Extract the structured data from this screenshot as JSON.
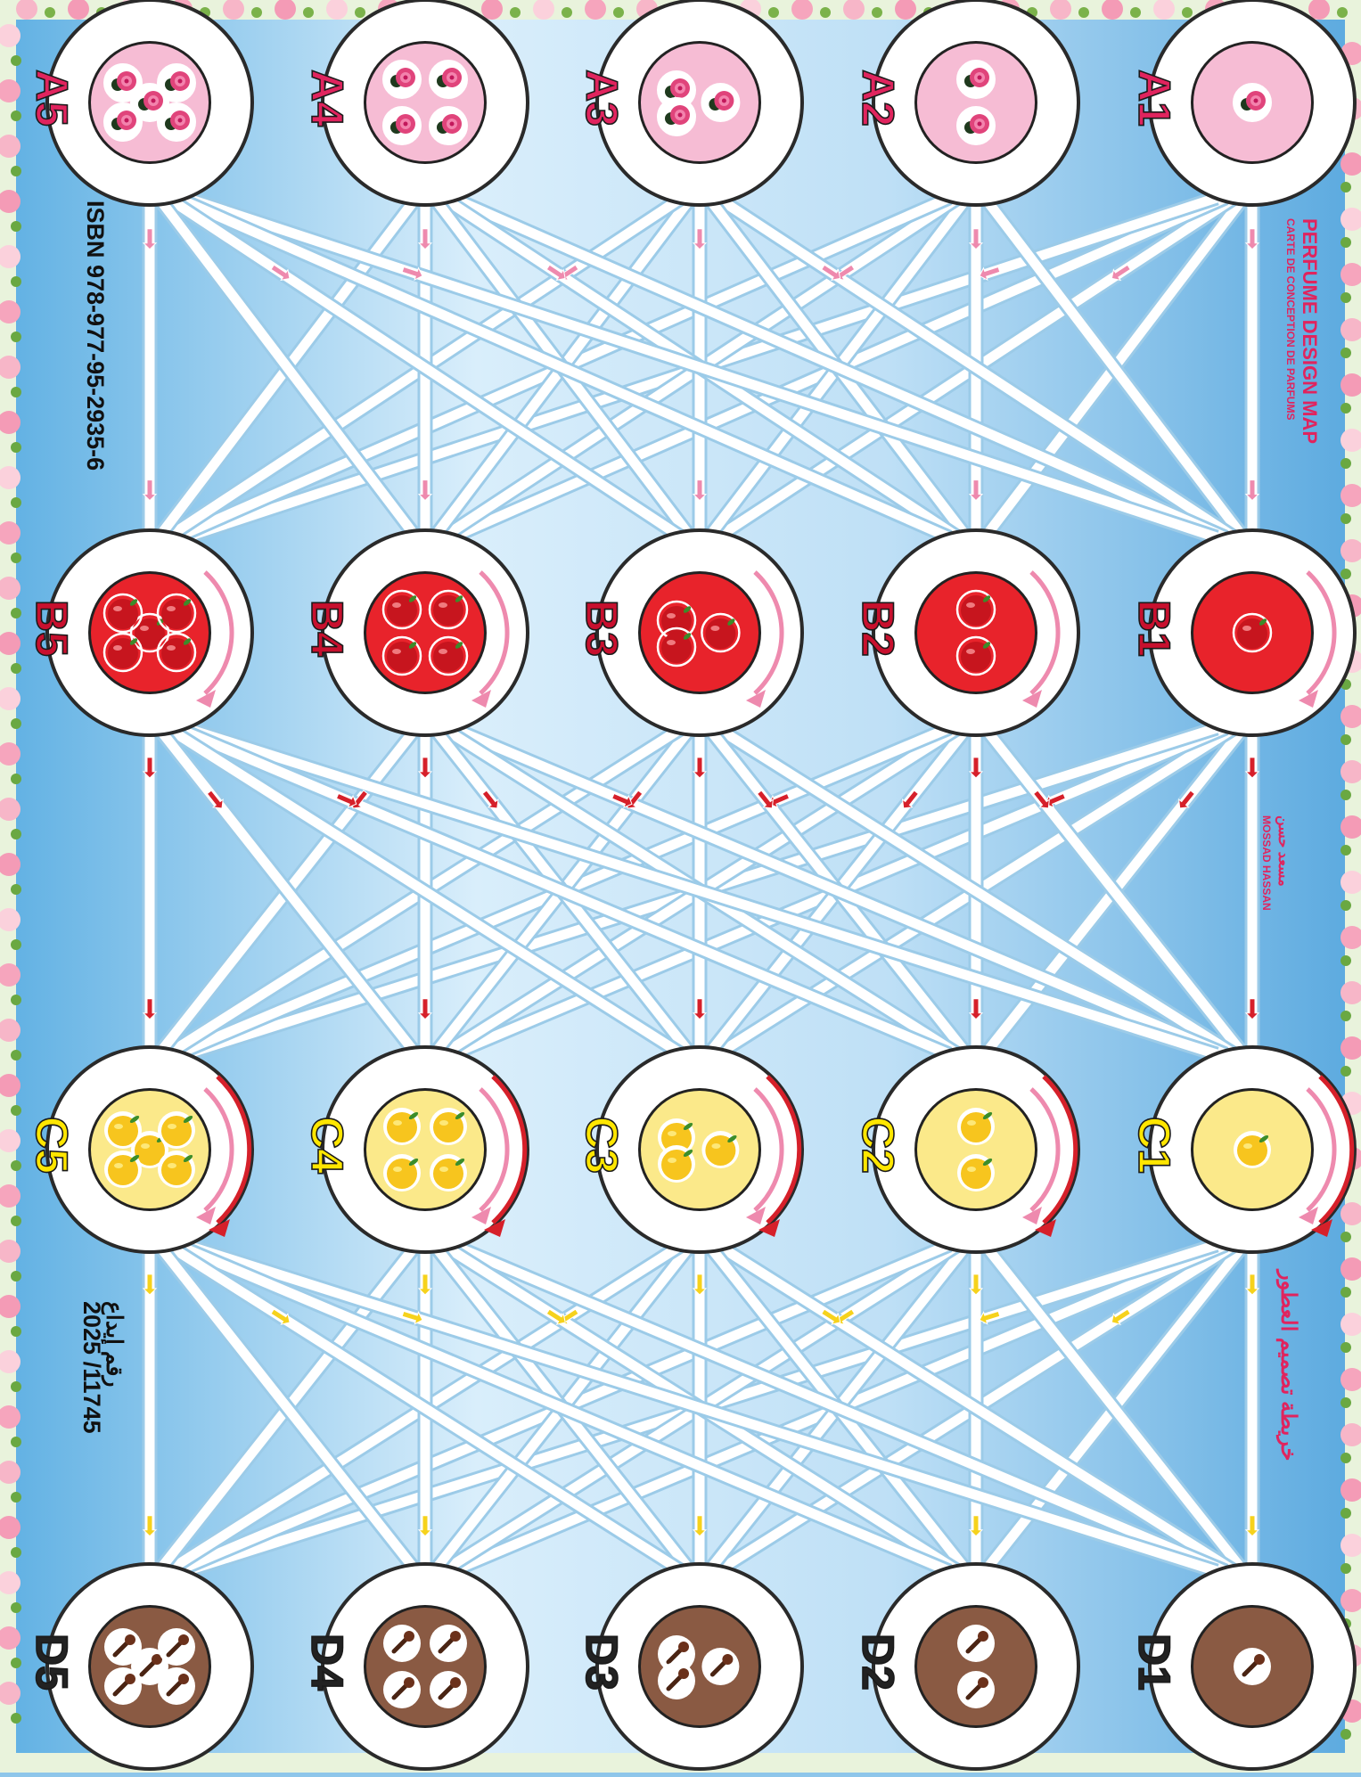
{
  "title_en": "PERFUME DESIGN MAP",
  "title_fr": "CARTE DE CONCEPTION DE PARFUMS",
  "title_ar": "خريطة تصميم العطور",
  "author_ar": "مسعد حسن",
  "author_en": "MOSSAD HASSAN",
  "isbn": "ISBN 978-977-95-2935-6",
  "deposit_label": "رقم إيداع",
  "deposit_number": "2025 /11745",
  "colors": {
    "sky": "#8ec6ea",
    "rose_fill": "#f6bcd4",
    "apple_fill": "#e8232b",
    "lemon_fill": "#fbe98a",
    "clove_fill": "#8a5a43",
    "label_a": "#e0245e",
    "label_b": "#c8102e",
    "label_c": "#ffe600",
    "label_d": "#222222",
    "arrow_pink": "#ee8aae",
    "arrow_red": "#d6202a",
    "arrow_yellow": "#f6d21c"
  },
  "columns": [
    {
      "key": "A",
      "icon": "rose-icon",
      "labels": [
        "A1",
        "A2",
        "A3",
        "A4",
        "A5"
      ]
    },
    {
      "key": "B",
      "icon": "apple-icon",
      "labels": [
        "B1",
        "B2",
        "B3",
        "B4",
        "B5"
      ]
    },
    {
      "key": "C",
      "icon": "lemon-icon",
      "labels": [
        "C1",
        "C2",
        "C3",
        "C4",
        "C5"
      ]
    },
    {
      "key": "D",
      "icon": "clove-icon",
      "labels": [
        "D1",
        "D2",
        "D3",
        "D4",
        "D5"
      ]
    }
  ]
}
